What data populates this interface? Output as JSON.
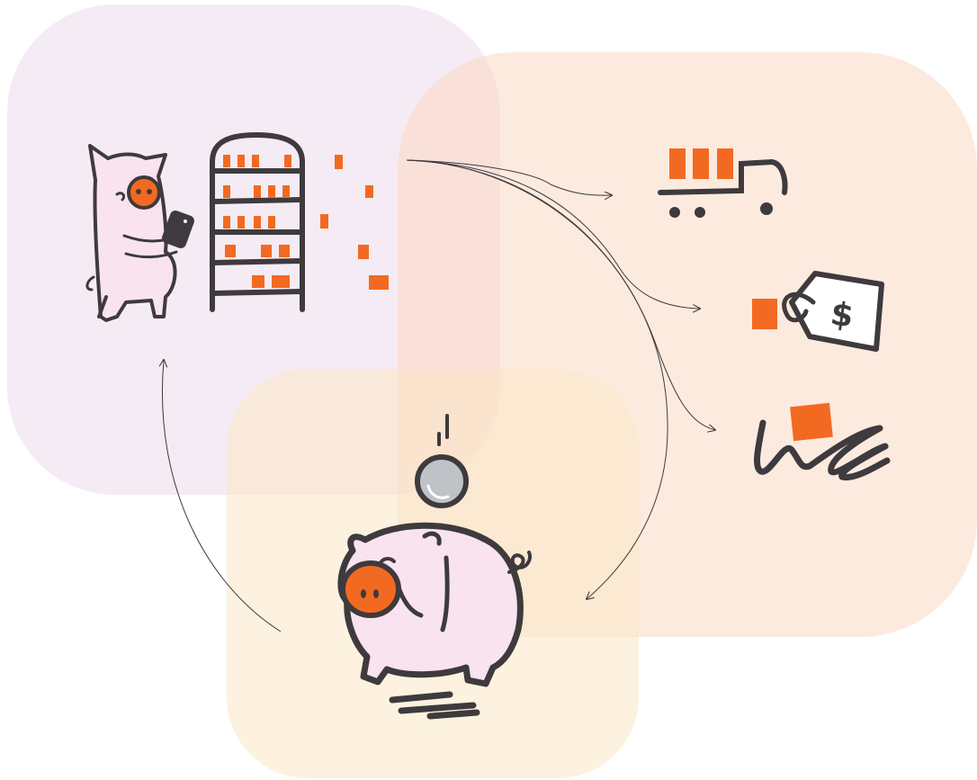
{
  "diagram": {
    "regions": [
      {
        "name": "warehouse-region",
        "color": "#e9d3e6"
      },
      {
        "name": "fulfillment-region",
        "color": "#fbd9c5"
      },
      {
        "name": "savings-region",
        "color": "#fbe7c4"
      }
    ],
    "nodes": [
      {
        "name": "pig-with-phone-illustration",
        "icon": "pig-checking-phone"
      },
      {
        "name": "inventory-shelf-illustration",
        "icon": "shelf-with-boxes"
      },
      {
        "name": "delivery-truck-icon",
        "icon": "truck-with-boxes"
      },
      {
        "name": "price-tag-icon",
        "icon": "price-tag"
      },
      {
        "name": "hand-receiving-box-icon",
        "icon": "hand-with-box"
      },
      {
        "name": "falling-coin-icon",
        "icon": "coin"
      },
      {
        "name": "piggy-bank-illustration",
        "icon": "piggy-bank"
      }
    ],
    "price_tag_symbol": "$",
    "colors": {
      "accent": "#f26a21",
      "outline": "#3e3a3d",
      "pig_pink": "#f9e3ef",
      "coin_gray": "#bfc3c7",
      "arrow": "#3e3a3d"
    }
  }
}
